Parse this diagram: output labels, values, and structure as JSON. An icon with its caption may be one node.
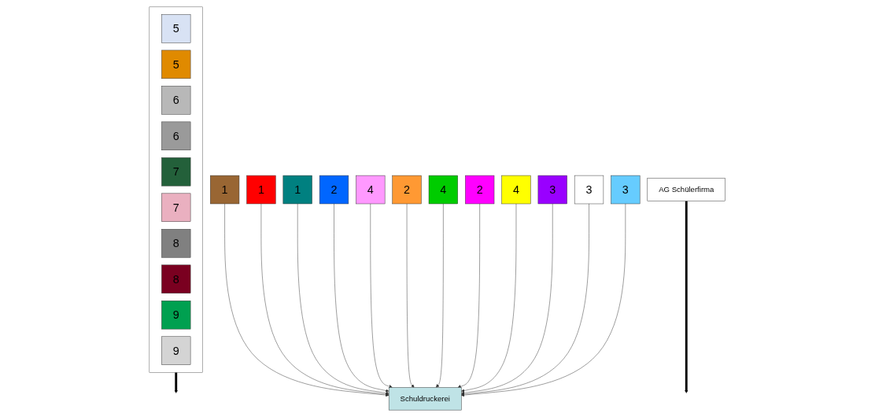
{
  "diagram": {
    "nodes": [
      {
        "text": [
          "1"
        ]
      },
      {
        "text": [
          "1"
        ]
      },
      {
        "text": [
          "1"
        ]
      },
      {
        "text": [
          "2"
        ]
      },
      {
        "text": [],
        "shape": "box"
      },
      {
        "text": [
          "5"
        ],
        "in": 4
      },
      {
        "text": [
          "5"
        ],
        "in": 4
      },
      {
        "text": [
          "6"
        ],
        "in": 4
      },
      {
        "text": [
          "6"
        ],
        "in": 4
      },
      {
        "text": [
          "7"
        ],
        "in": 4
      },
      {
        "text": [
          "7"
        ],
        "in": 4
      },
      {
        "text": [
          "8"
        ],
        "in": 4
      },
      {
        "text": [
          "8"
        ],
        "in": 4
      },
      {
        "text": [
          "9"
        ],
        "in": 4
      },
      {
        "text": [
          "9"
        ],
        "in": 4
      },
      {
        "text": [
          "4"
        ]
      },
      {
        "text": [
          "Schuldruckerei"
        ]
      },
      {
        "text": [
          "2"
        ]
      },
      {
        "text": [
          "4"
        ]
      },
      {
        "text": [
          "2"
        ]
      },
      {
        "text": [
          "4"
        ]
      },
      {
        "text": [
          "3"
        ]
      },
      {
        "text": [
          "3"
        ]
      },
      {
        "text": [
          "3"
        ]
      },
      {
        "text": [
          "AG Schülerfirma"
        ]
      }
    ],
    "edges": [
      {
        "from": 0,
        "to": 16,
        "arrow": "to"
      },
      {
        "from": 1,
        "to": 16,
        "arrow": "to"
      },
      {
        "from": 2,
        "to": 16,
        "arrow": "to"
      },
      {
        "from": 3,
        "to": 16,
        "arrow": "to"
      },
      {
        "from": 15,
        "to": 16,
        "arrow": "to"
      },
      {
        "from": 17,
        "to": 16,
        "arrow": "to"
      },
      {
        "from": 18,
        "to": 16,
        "arrow": "to"
      },
      {
        "from": 19,
        "to": 16,
        "arrow": "to"
      },
      {
        "from": 20,
        "to": 16,
        "arrow": "to"
      },
      {
        "from": 21,
        "to": 16,
        "arrow": "to"
      },
      {
        "from": 22,
        "to": 16,
        "arrow": "to"
      },
      {
        "from": 23,
        "to": 16,
        "arrow": "to"
      },
      {
        "from": 4,
        "to": null,
        "arrow": "to",
        "style": "thick"
      },
      {
        "from": 24,
        "to": null,
        "arrow": "to",
        "style": "thick"
      }
    ]
  }
}
